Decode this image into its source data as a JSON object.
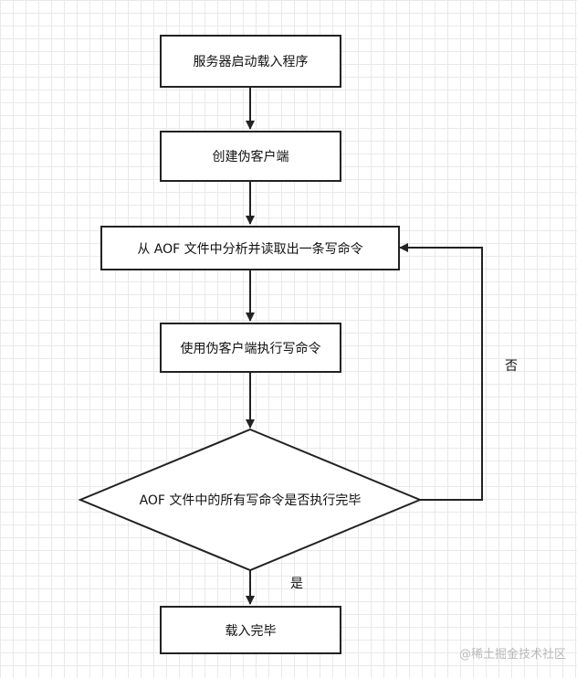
{
  "flowchart": {
    "steps": {
      "start": "服务器启动载入程序",
      "create_client": "创建伪客户端",
      "read_command": "从 AOF 文件中分析并读取出一条写命令",
      "execute": "使用伪客户端执行写命令",
      "decision": "AOF 文件中的所有写命令是否执行完毕",
      "finish": "载入完毕"
    },
    "labels": {
      "no": "否",
      "yes": "是"
    }
  },
  "watermark": "@稀土掘金技术社区",
  "colors": {
    "stroke": "#222222",
    "grid": "#e9e9e9",
    "watermark": "#b9b9b9"
  }
}
